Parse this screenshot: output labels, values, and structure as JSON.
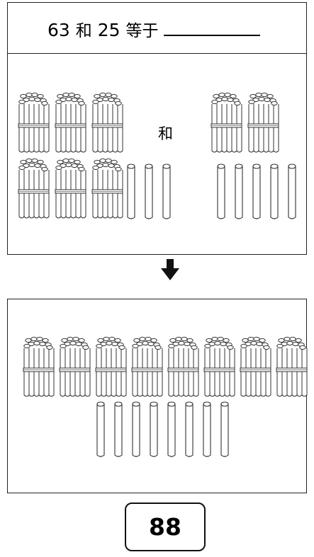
{
  "question": {
    "num_a": "63",
    "and": "和",
    "num_b": "25",
    "equals": "等于"
  },
  "top_panel": {
    "and_label": "和",
    "group_a": {
      "tens_bundles": 6,
      "ones_sticks": 3
    },
    "group_b": {
      "tens_bundles": 2,
      "ones_sticks": 5
    }
  },
  "arrow_icon": "down-arrow-icon",
  "bottom_panel": {
    "tens_bundles": 8,
    "ones_sticks": 8
  },
  "answer": {
    "value": "88"
  }
}
